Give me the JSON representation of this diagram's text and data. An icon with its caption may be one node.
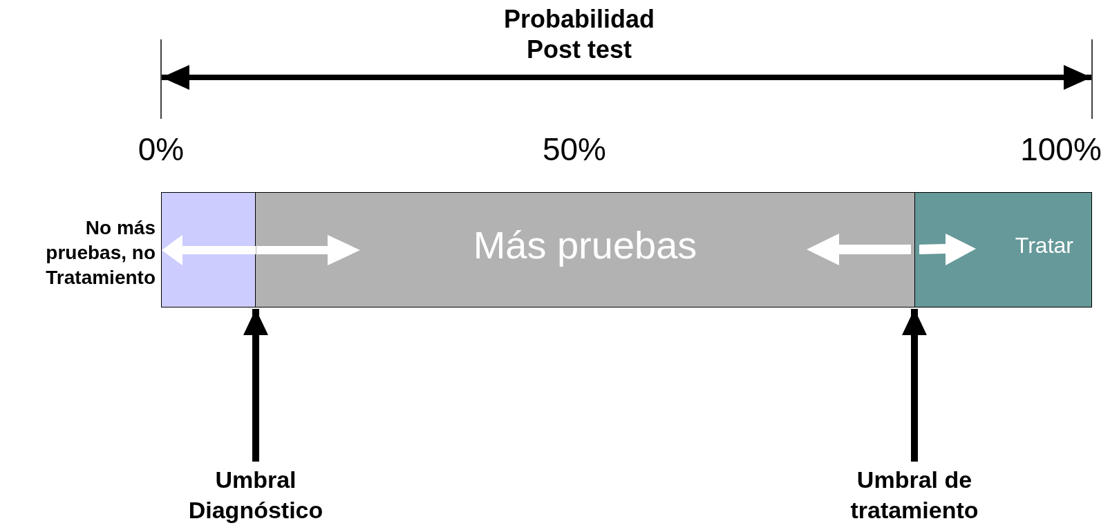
{
  "diagram": {
    "title": "Probabilidad Post test",
    "nodes": [
      {
        "text": [
          "No más pruebas, no Tratamiento"
        ]
      },
      {
        "text": [],
        "shape": "box"
      },
      {
        "text": [
          "Más pruebas"
        ]
      },
      {
        "text": [
          "Tratar"
        ]
      },
      {
        "text": [
          "Umbral Diagnóstico"
        ]
      },
      {
        "text": [
          "Umbral de tratamiento"
        ]
      }
    ],
    "edges": [
      {
        "from": 4,
        "to": 1,
        "arrow": "to"
      },
      {
        "from": 5,
        "to": 3,
        "arrow": "to"
      }
    ],
    "labels": [
      "0%",
      "50%",
      "100%"
    ]
  }
}
